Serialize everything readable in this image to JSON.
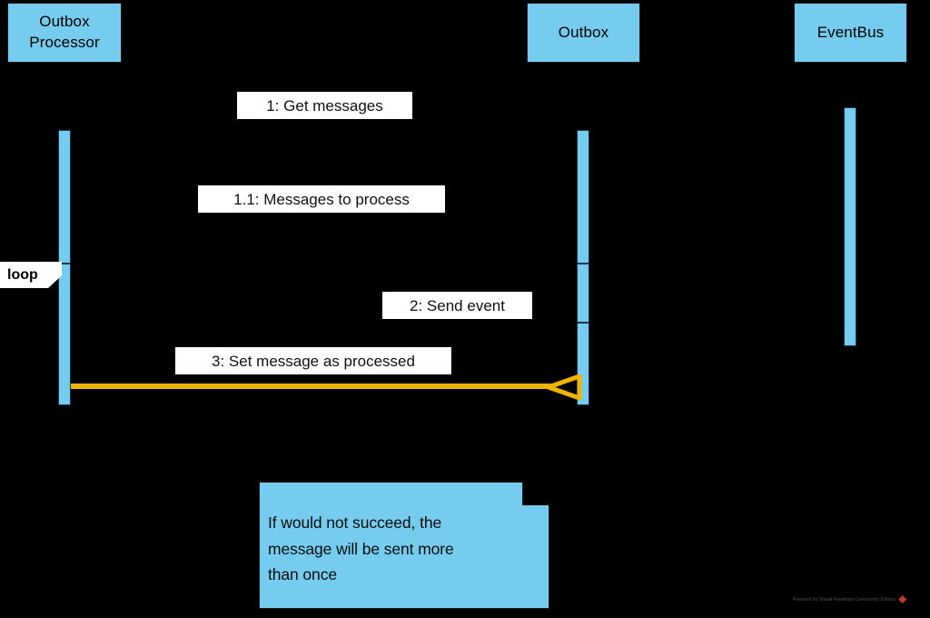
{
  "diagram": {
    "type": "uml-sequence-diagram",
    "background_color": "#000000",
    "fill_color": "#76ccee",
    "accent_color": "#f0b400",
    "label_bg_color": "#ffffff"
  },
  "participants": [
    {
      "name": "Outbox Processor",
      "label": "Outbox\nProcessor"
    },
    {
      "name": "Outbox",
      "label": "Outbox"
    },
    {
      "name": "EventBus",
      "label": "EventBus"
    }
  ],
  "fragment": {
    "operator": "loop"
  },
  "messages": [
    {
      "id": "1",
      "label": "1: Get messages"
    },
    {
      "id": "1.1",
      "label": "1.1: Messages to process"
    },
    {
      "id": "2",
      "label": "2: Send event"
    },
    {
      "id": "3",
      "label": "3: Set message as processed"
    }
  ],
  "note": {
    "text": "If would not succeed, the\nmessage will be sent more\nthan once"
  },
  "watermark": {
    "text": "Powered by Visual Paradigm Community Edition"
  }
}
